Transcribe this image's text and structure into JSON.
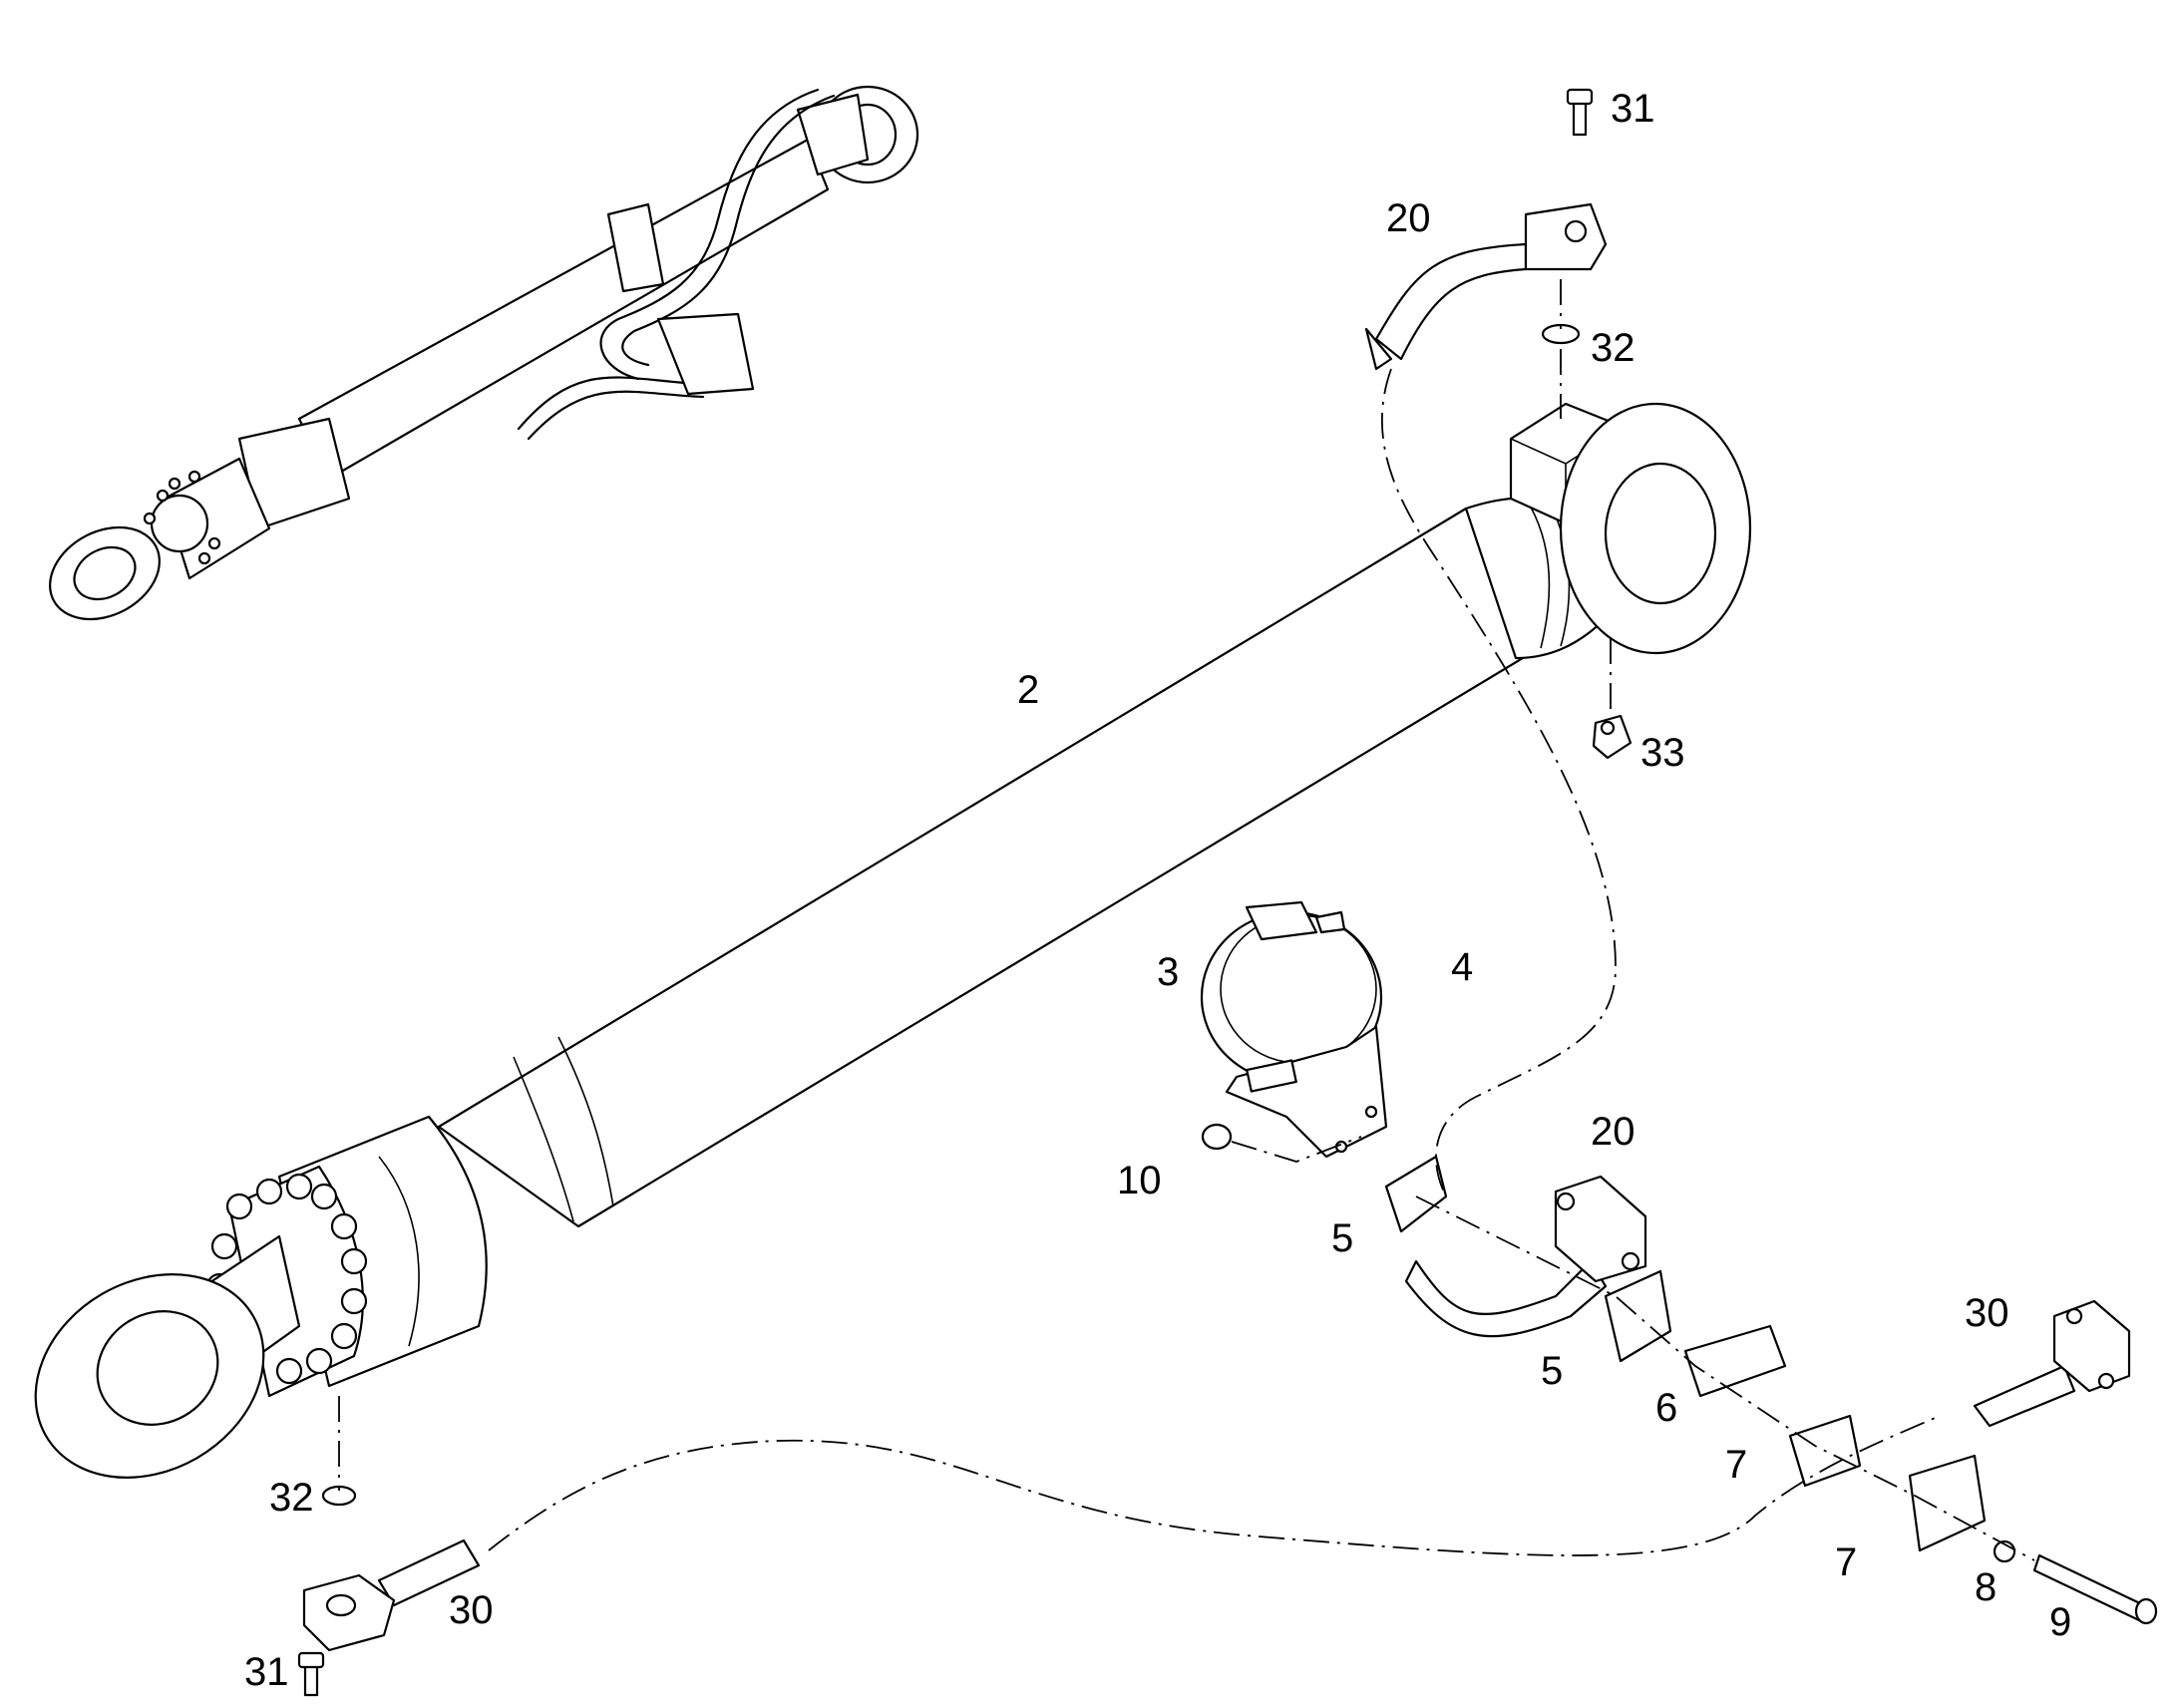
{
  "callouts": {
    "c2": "2",
    "c3": "3",
    "c4": "4",
    "c5a": "5",
    "c5b": "5",
    "c6": "6",
    "c7a": "7",
    "c7b": "7",
    "c8": "8",
    "c9": "9",
    "c10": "10",
    "c20a": "20",
    "c20b": "20",
    "c30a": "30",
    "c30b": "30",
    "c31a": "31",
    "c31b": "31",
    "c32a": "32",
    "c32b": "32",
    "c33": "33"
  },
  "colors": {
    "line": "#000000",
    "background": "#ffffff"
  }
}
